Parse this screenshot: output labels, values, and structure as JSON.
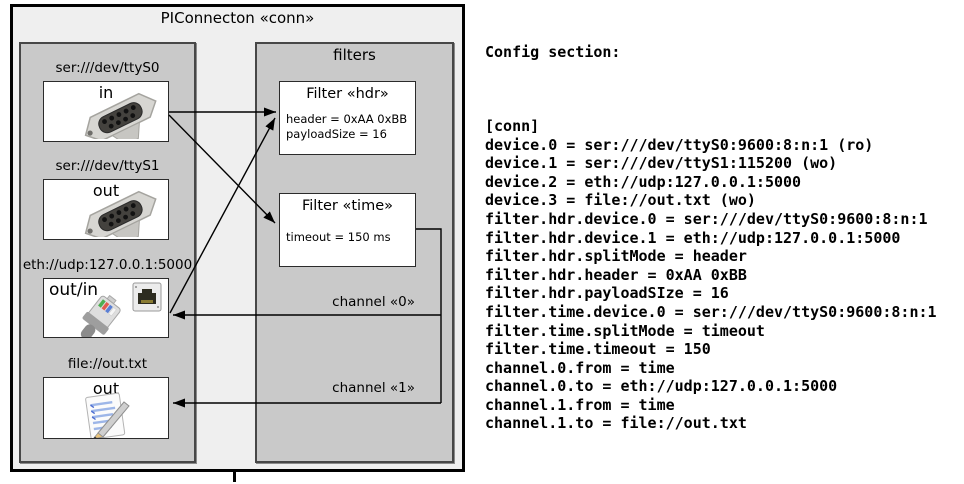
{
  "diagram": {
    "title": "PIConnecton «conn»",
    "filters_group_title": "filters",
    "devices": [
      {
        "label": "ser:///dev/ttyS0",
        "direction": "in",
        "icon": "serial-connector-icon"
      },
      {
        "label": "ser:///dev/ttyS1",
        "direction": "out",
        "icon": "serial-connector-icon"
      },
      {
        "label": "eth://udp:127.0.0.1:5000",
        "direction": "out/in",
        "icon": "ethernet-connector-icon"
      },
      {
        "label": "file://out.txt",
        "direction": "out",
        "icon": "notepad-icon"
      }
    ],
    "filters": [
      {
        "title": "Filter «hdr»",
        "properties": [
          "header = 0xAA 0xBB",
          "payloadSize = 16"
        ]
      },
      {
        "title": "Filter «time»",
        "properties": [
          "timeout = 150 ms"
        ]
      }
    ],
    "channels": [
      {
        "label": "channel «0»"
      },
      {
        "label": "channel «1»"
      }
    ]
  },
  "config": {
    "heading": "Config section:",
    "lines": [
      "[conn]",
      "device.0 = ser:///dev/ttyS0:9600:8:n:1 (ro)",
      "device.1 = ser:///dev/ttyS1:115200 (wo)",
      "device.2 = eth://udp:127.0.0.1:5000",
      "device.3 = file://out.txt (wo)",
      "filter.hdr.device.0 = ser:///dev/ttyS0:9600:8:n:1",
      "filter.hdr.device.1 = eth://udp:127.0.0.1:5000",
      "filter.hdr.splitMode = header",
      "filter.hdr.header = 0xAA 0xBB",
      "filter.hdr.payloadSIze = 16",
      "filter.time.device.0 = ser:///dev/ttyS0:9600:8:n:1",
      "filter.time.splitMode = timeout",
      "filter.time.timeout = 150",
      "channel.0.from = time",
      "channel.0.to = eth://udp:127.0.0.1:5000",
      "channel.1.from = time",
      "channel.1.to = file://out.txt"
    ]
  },
  "colors": {
    "outer_box_bg": "#efefef",
    "group_bg": "#c9c9c9",
    "box_bg": "#ffffff",
    "line": "#000000"
  }
}
